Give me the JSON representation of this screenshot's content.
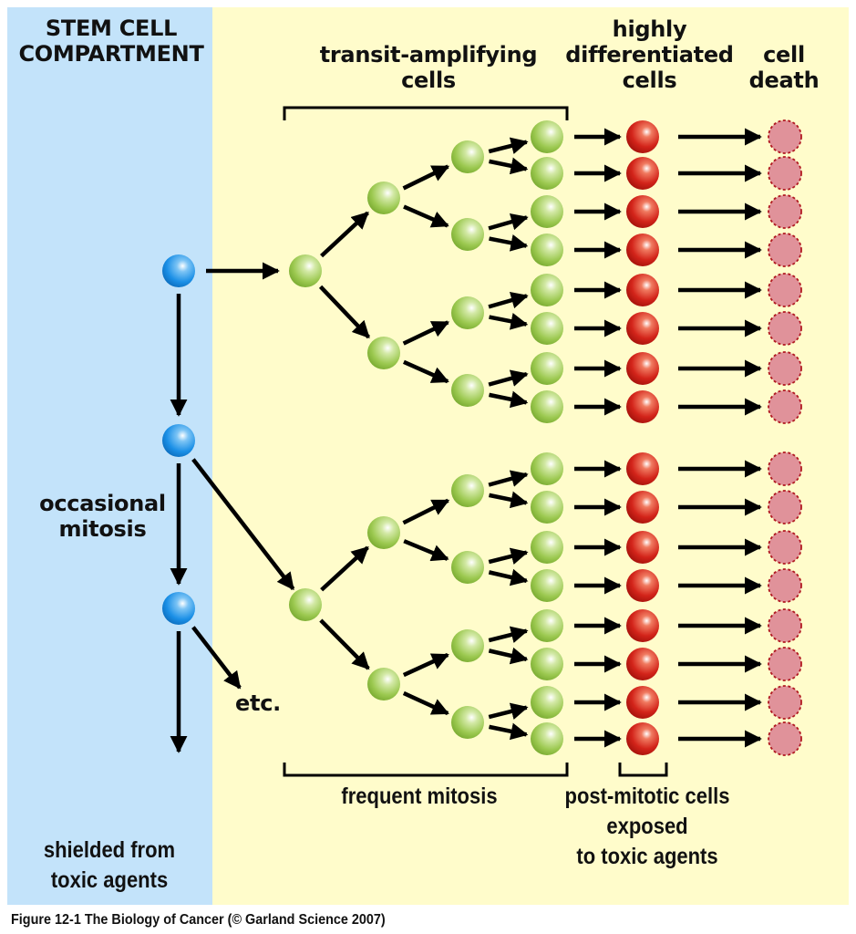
{
  "figure": {
    "caption": "Figure 12-1  The Biology of Cancer (© Garland Science 2007)",
    "colors": {
      "stem_compartment_bg": "#c3e3fa",
      "main_bg": "#fffccb",
      "stem_cell": "#1a8fe6",
      "transit_cell": "#8fc241",
      "differentiated_cell": "#cc1f10",
      "dead_cell_fill": "#e0929a",
      "dead_cell_border": "#b01820",
      "arrow": "#000000"
    }
  },
  "labels": {
    "stem_compartment": "STEM CELL\nCOMPARTMENT",
    "transit_amplifying": "transit-amplifying\ncells",
    "highly_differentiated": "highly\ndifferentiated\ncells",
    "cell_death": "cell\ndeath",
    "occasional_mitosis": "occasional\nmitosis",
    "etc": "etc.",
    "frequent_mitosis": "frequent mitosis",
    "post_mitotic": "post-mitotic cells\nexposed\nto toxic agents",
    "shielded": "shielded from\ntoxic agents"
  },
  "structure": {
    "stem_cells_shown": 3,
    "transit_lineages": 2,
    "transit_generations": 4,
    "terminal_cells_per_lineage": 8,
    "differentiated_cells": 16,
    "dead_cells": 16
  }
}
